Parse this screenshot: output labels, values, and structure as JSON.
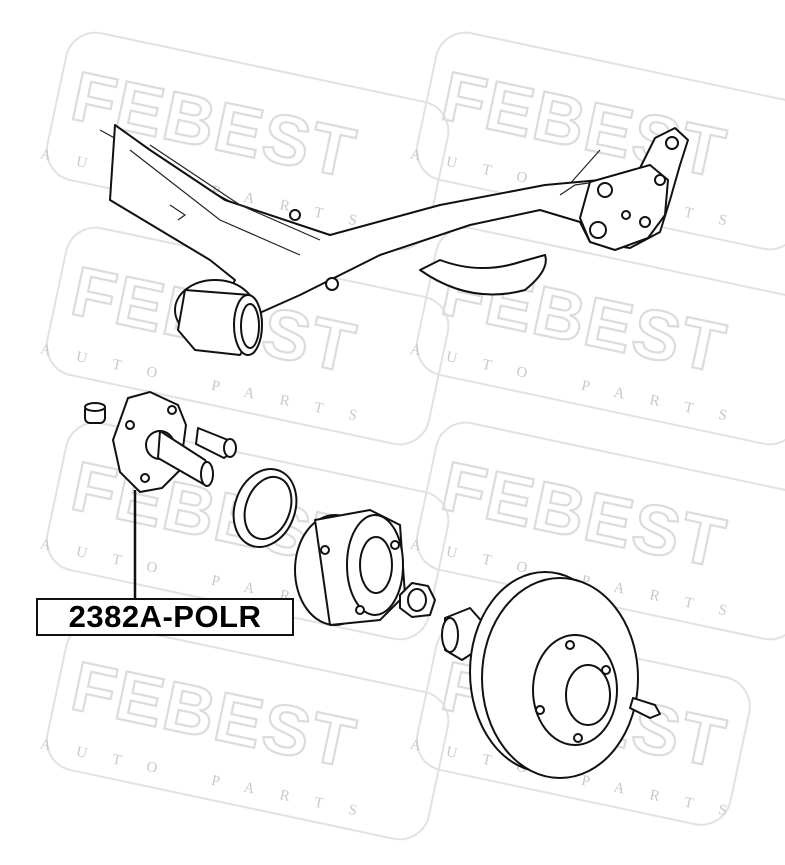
{
  "part_label": "2382A-POLR",
  "watermark": {
    "brand": "FEBEST",
    "tagline": "AUTO PARTS"
  },
  "colors": {
    "line": "#111111",
    "watermark": "#dcdcdc",
    "background": "#ffffff"
  }
}
